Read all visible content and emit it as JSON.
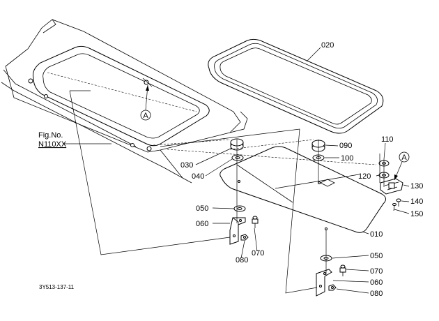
{
  "figure": {
    "fig_no_label": "Fig.No.",
    "fig_no_value": "N110XX",
    "drawing_code": "3Y513-137-11",
    "view_marker": "A"
  },
  "callouts": {
    "c010": "010",
    "c020": "020",
    "c030": "030",
    "c040": "040",
    "c050a": "050",
    "c050b": "050",
    "c060a": "060",
    "c060b": "060",
    "c070a": "070",
    "c070b": "070",
    "c080a": "080",
    "c080b": "080",
    "c090": "090",
    "c100": "100",
    "c110": "110",
    "c120": "120",
    "c130": "130",
    "c140": "140",
    "c150": "150"
  }
}
